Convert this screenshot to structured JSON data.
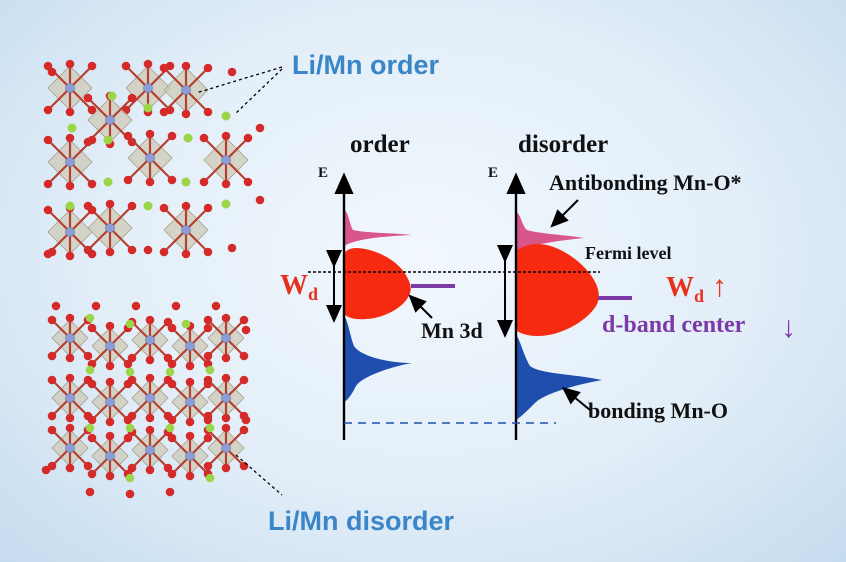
{
  "labels": {
    "li_mn_order": "Li/Mn order",
    "li_mn_disorder": "Li/Mn disorder",
    "order": "order",
    "disorder": "disorder",
    "e_axis": "E",
    "antibonding": "Antibonding Mn-O*",
    "fermi_level": "Fermi level",
    "wd_main": "W",
    "wd_sub": "d",
    "mn3d": "Mn 3d",
    "d_band_center": "d-band center",
    "bonding": "bonding Mn-O",
    "up_arrow": "↑",
    "down_arrow": "↓"
  },
  "colors": {
    "title_blue": "#3a86c8",
    "antibonding_pink": "#d9568a",
    "mn3d_red": "#f52a10",
    "bonding_blue": "#1f4fae",
    "wd_red": "#e8301c",
    "d_band_purple": "#7c3aa6",
    "oxygen_red": "#d42a2a",
    "lithium_green": "#9cd44a",
    "manganese_blue": "#8b9fd6"
  }
}
